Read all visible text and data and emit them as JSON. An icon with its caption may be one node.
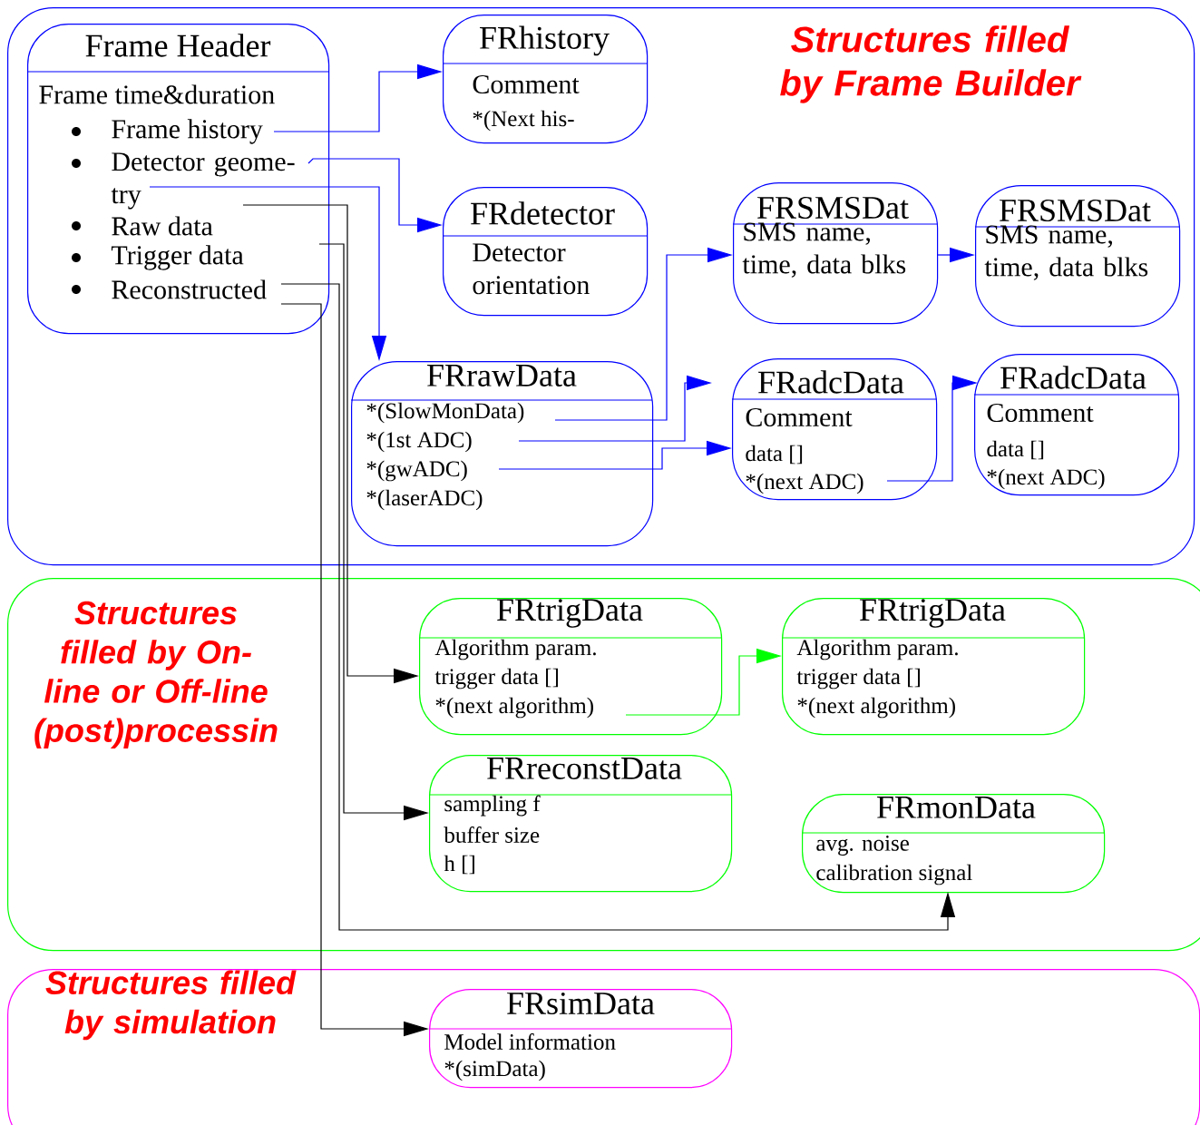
{
  "diagram": {
    "nodes": [
      {
        "text": [
          "Structures filled by Frame Builder"
        ]
      },
      {
        "text": [
          "Frame Header",
          "Frame time&duration",
          "Frame history",
          "Detector geome- try",
          "Raw data",
          "Trigger data",
          "Reconstructed"
        ],
        "in": 0
      },
      {
        "text": [
          "FRhistory",
          "Comment",
          "*(Next his-"
        ],
        "in": 0
      },
      {
        "text": [
          "FRdetector",
          "Detector orientation"
        ],
        "in": 0
      },
      {
        "text": [
          "FRrawData",
          "*(SlowMonData)",
          "*(1st ADC)",
          "*(gwADC)",
          "*(laserADC)"
        ],
        "in": 0
      },
      {
        "text": [
          "FRSMSDat",
          "SMS name, time, data blks"
        ],
        "in": 0
      },
      {
        "text": [
          "FRSMSDat",
          "SMS name, time, data blks"
        ],
        "in": 0
      },
      {
        "text": [
          "FRadcData",
          "Comment",
          "data []",
          "*(next ADC)"
        ],
        "in": 0
      },
      {
        "text": [
          "FRadcData",
          "Comment",
          "data []",
          "*(next ADC)"
        ],
        "in": 0
      },
      {
        "text": [
          "Structures filled by On-line or Off-line (post)processin"
        ]
      },
      {
        "text": [
          "FRtrigData",
          "Algorithm param.",
          "trigger data []",
          "*(next algorithm)"
        ],
        "in": 9
      },
      {
        "text": [
          "FRtrigData",
          "Algorithm param.",
          "trigger data []",
          "*(next algorithm)"
        ],
        "in": 9
      },
      {
        "text": [
          "FRreconstData",
          "sampling f",
          "buffer size",
          "h []"
        ],
        "in": 9
      },
      {
        "text": [
          "FRmonData",
          "avg. noise",
          "calibration signal"
        ],
        "in": 9
      },
      {
        "text": [
          "Structures filled by simulation"
        ]
      },
      {
        "text": [
          "FRsimData",
          "Model information",
          "*(simData)"
        ],
        "in": 14
      }
    ],
    "edges": [
      {
        "from": 1,
        "to": 2,
        "arrow": "to"
      },
      {
        "from": 1,
        "to": 3,
        "arrow": "to"
      },
      {
        "from": 1,
        "to": 4,
        "arrow": "to"
      },
      {
        "from": 4,
        "to": 5,
        "arrow": "to"
      },
      {
        "from": 4,
        "to": null,
        "arrow": "to"
      },
      {
        "from": 4,
        "to": 7,
        "arrow": "to"
      },
      {
        "from": 5,
        "to": 6,
        "arrow": "to"
      },
      {
        "from": 7,
        "to": 8,
        "arrow": "to"
      },
      {
        "from": 1,
        "to": 10,
        "arrow": "to",
        "color": "#000000"
      },
      {
        "from": 1,
        "to": 12,
        "arrow": "to",
        "color": "#000000"
      },
      {
        "from": 1,
        "to": 13,
        "arrow": "to",
        "color": "#000000"
      },
      {
        "from": 1,
        "to": 15,
        "arrow": "to",
        "color": "#000000"
      },
      {
        "from": 10,
        "to": 11,
        "arrow": "to",
        "color": "#00ff00"
      }
    ]
  }
}
